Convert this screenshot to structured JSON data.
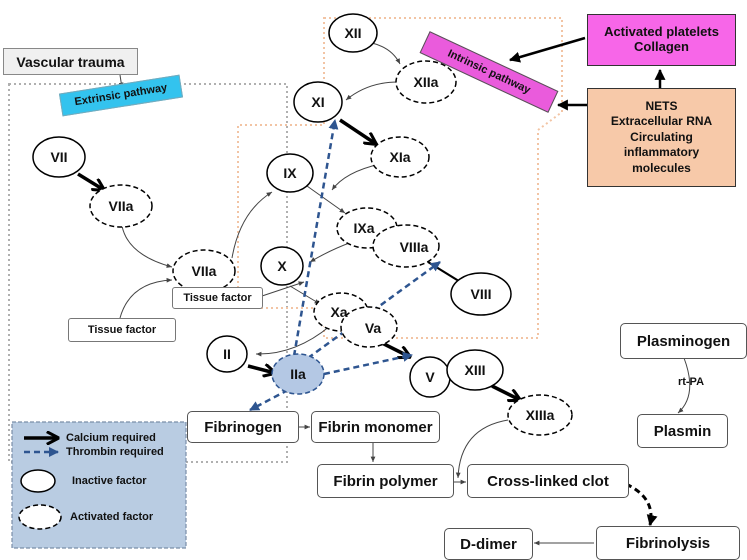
{
  "trigger": {
    "vascular_trauma": "Vascular trauma"
  },
  "pathways": {
    "extrinsic": "Extrinsic pathway",
    "intrinsic": "Intrinsic pathway"
  },
  "activators": {
    "platelets": "Activated platelets\nCollagen",
    "nets": "NETS\nExtracellular RNA\nCirculating\ninflammatory\nmolecules"
  },
  "factors": {
    "VII": "VII",
    "VIIa_top": "VIIa",
    "VIIa_mid": "VIIa",
    "XII": "XII",
    "XIIa": "XIIa",
    "XI": "XI",
    "XIa": "XIa",
    "IX": "IX",
    "IXa": "IXa",
    "VIIIa": "VIIIa",
    "VIII": "VIII",
    "X": "X",
    "Xa": "Xa",
    "Va": "Va",
    "II": "II",
    "IIa": "IIa",
    "V": "V",
    "XIII": "XIII",
    "XIIIa": "XIIIa"
  },
  "cofactors": {
    "tissue_factor_1": "Tissue factor",
    "tissue_factor_2": "Tissue factor"
  },
  "products": {
    "fibrinogen": "Fibrinogen",
    "fibrin_monomer": "Fibrin monomer",
    "fibrin_polymer": "Fibrin polymer",
    "cross_linked_clot": "Cross-linked clot",
    "plasminogen": "Plasminogen",
    "rt_pa": "rt-PA",
    "plasmin": "Plasmin",
    "fibrinolysis": "Fibrinolysis",
    "d_dimer": "D-dimer"
  },
  "legend": {
    "calcium": "Calcium required",
    "thrombin": "Thrombin required",
    "inactive": "Inactive factor",
    "activated": "Activated factor"
  },
  "colors": {
    "extrinsic_label_bg": "#33c3ee",
    "intrinsic_label_bg": "#ea5bdc",
    "platelets_bg": "#f766e8",
    "nets_bg": "#f7c9a9",
    "thrombin_bg": "#b4c8e4",
    "legend_bg": "#b9cce2",
    "dashed_arrow": "#2e5590",
    "trauma_bg": "#f0f0f0"
  }
}
